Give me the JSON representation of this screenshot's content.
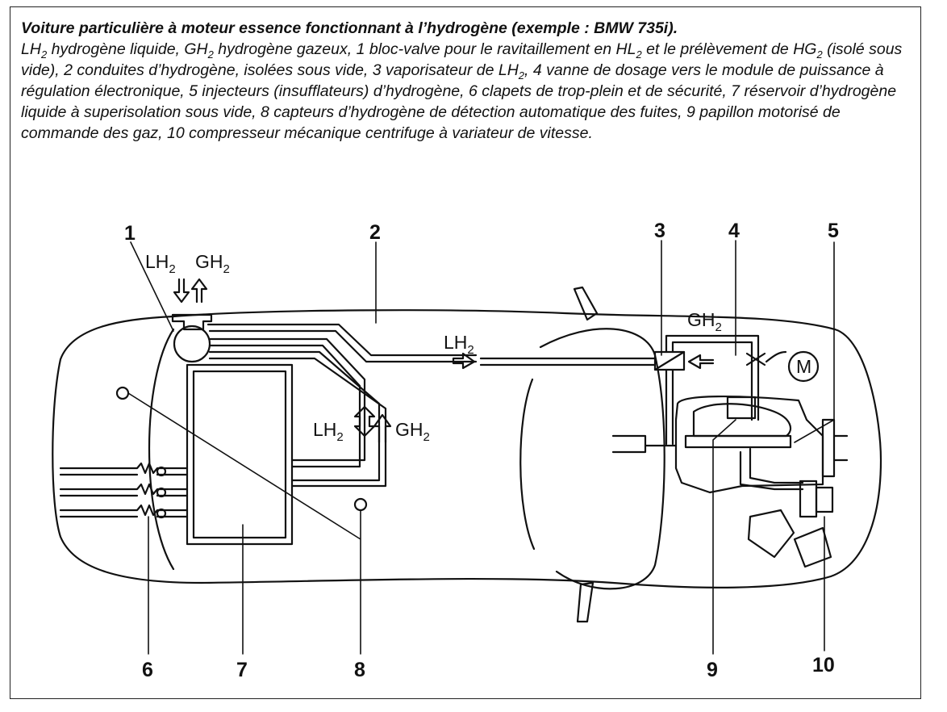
{
  "caption": {
    "title": "Voiture particulière à moteur essence fonctionnant à l’hydrogène (exemple : BMW 735i).",
    "segments": [
      {
        "t": "LH"
      },
      {
        "s": "2"
      },
      {
        "t": " hydrogène liquide, GH"
      },
      {
        "s": "2"
      },
      {
        "t": " hydrogène gazeux, 1 bloc-valve pour le ravitaillement en HL"
      },
      {
        "s": "2"
      },
      {
        "t": " et le prélèvement de HG"
      },
      {
        "s": "2"
      },
      {
        "t": " (isolé sous vide), 2 conduites d’hydrogène, isolées sous vide, 3 vaporisateur de LH"
      },
      {
        "s": "2"
      },
      {
        "t": ", 4 vanne de dosage vers le module de puissance à régulation électronique, 5 injecteurs (insufflateurs) d’hydrogène, 6 clapets de trop-plein et de sécurité, 7 réservoir d’hydrogène liquide à superisolation sous vide, 8 capteurs d’hydrogène de détection automatique des fuites, 9 papillon motorisé de commande des gaz, 10 compresseur mécanique centrifuge à variateur de vitesse."
      }
    ]
  },
  "diagram": {
    "callouts": [
      "1",
      "2",
      "3",
      "4",
      "5",
      "6",
      "7",
      "8",
      "9",
      "10"
    ],
    "fuel_label": "LH",
    "gas_label": "GH",
    "subscript": "2",
    "motor_label": "M"
  }
}
